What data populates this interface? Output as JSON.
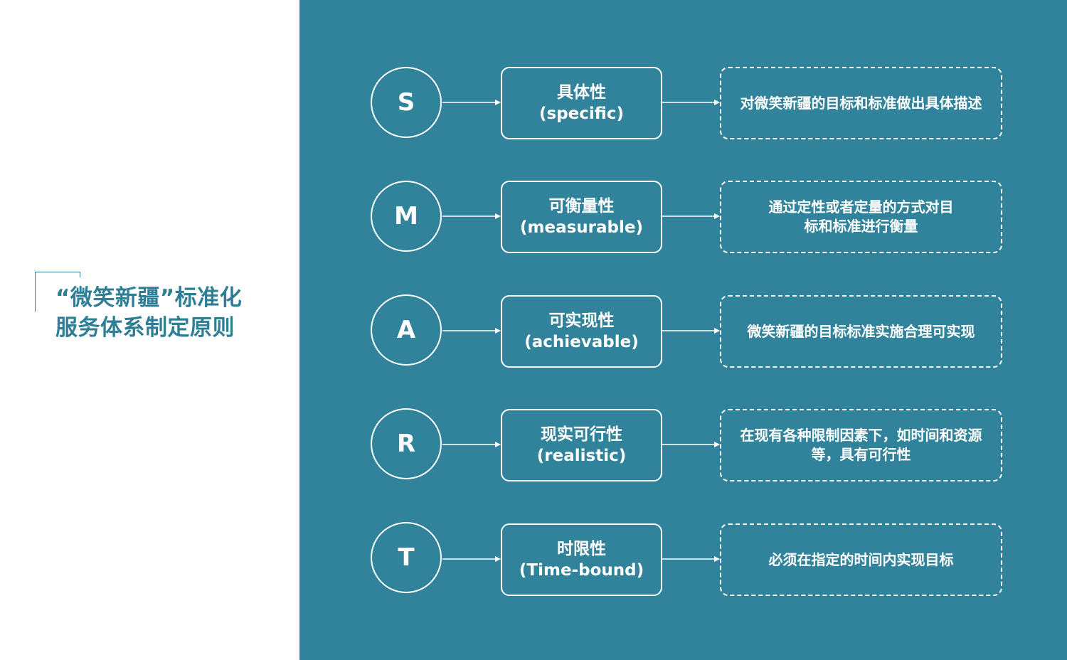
{
  "title": {
    "line1": "“微笑新疆”标准化",
    "line2": "服务体系制定原则"
  },
  "rows": [
    {
      "letter": "S",
      "name_cn": "具体性",
      "name_en": "(specific)",
      "desc": "对微笑新疆的目标和标准做出具体描述"
    },
    {
      "letter": "M",
      "name_cn": "可衡量性",
      "name_en": "(measurable)",
      "desc": "通过定性或者定量的方式对目标和标准进行衡量"
    },
    {
      "letter": "A",
      "name_cn": "可实现性",
      "name_en": "(achievable)",
      "desc": "微笑新疆的目标标准实施合理可实现"
    },
    {
      "letter": "R",
      "name_cn": "现实可行性",
      "name_en": "(realistic)",
      "desc": "在现有各种限制因素下，如时间和资源等，具有可行性"
    },
    {
      "letter": "T",
      "name_cn": "时限性",
      "name_en": "(Time-bound)",
      "desc": "必须在指定的时间内实现目标"
    }
  ],
  "colors": {
    "panel_bg": "#30839a",
    "title_color": "#2e7f96",
    "line_color": "#ffffff"
  }
}
